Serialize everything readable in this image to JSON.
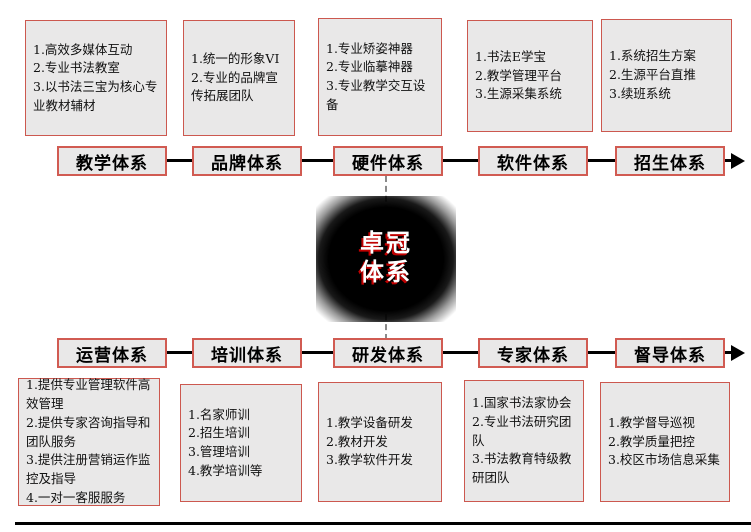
{
  "palette": {
    "box_fill": "#e9e8e8",
    "box_border": "#cc584f",
    "label_border": "#d15b52",
    "flow_line": "#000000",
    "dash_line": "#8a8a8a",
    "circle_fill": "#000000",
    "circle_text": "#ffffff",
    "circle_text_shadow": "#c00000"
  },
  "center": {
    "title_line1": "卓冠",
    "title_line2": "体系"
  },
  "top": {
    "labels": [
      "教学体系",
      "品牌体系",
      "硬件体系",
      "软件体系",
      "招生体系"
    ],
    "boxes": [
      {
        "text": "1.高效多媒体互动\n2.专业书法教室\n3.以书法三宝为核心专业教材辅材"
      },
      {
        "text": "1.统一的形象VI\n2.专业的品牌宣传拓展团队"
      },
      {
        "text": "1.专业矫姿神器\n2.专业临摹神器\n3.专业教学交互设备"
      },
      {
        "text": "1.书法E学宝\n2.教学管理平台\n3.生源采集系统"
      },
      {
        "text": "1.系统招生方案\n2.生源平台直推\n3.续班系统"
      }
    ]
  },
  "bottom": {
    "labels": [
      "运营体系",
      "培训体系",
      "研发体系",
      "专家体系",
      "督导体系"
    ],
    "boxes": [
      {
        "text": "1.提供专业管理软件高效管理\n2.提供专家咨询指导和团队服务\n3.提供注册营销运作监控及指导\n4.一对一客服服务"
      },
      {
        "text": "1.名家师训\n2.招生培训\n3.管理培训\n4.教学培训等"
      },
      {
        "text": "1.教学设备研发\n2.教材开发\n3.教学软件开发"
      },
      {
        "text": "1.国家书法家协会\n2.专业书法研究团队\n3.书法教育特级教研团队"
      },
      {
        "text": "1.教学督导巡视\n2.教学质量把控\n3.校区市场信息采集"
      }
    ]
  }
}
